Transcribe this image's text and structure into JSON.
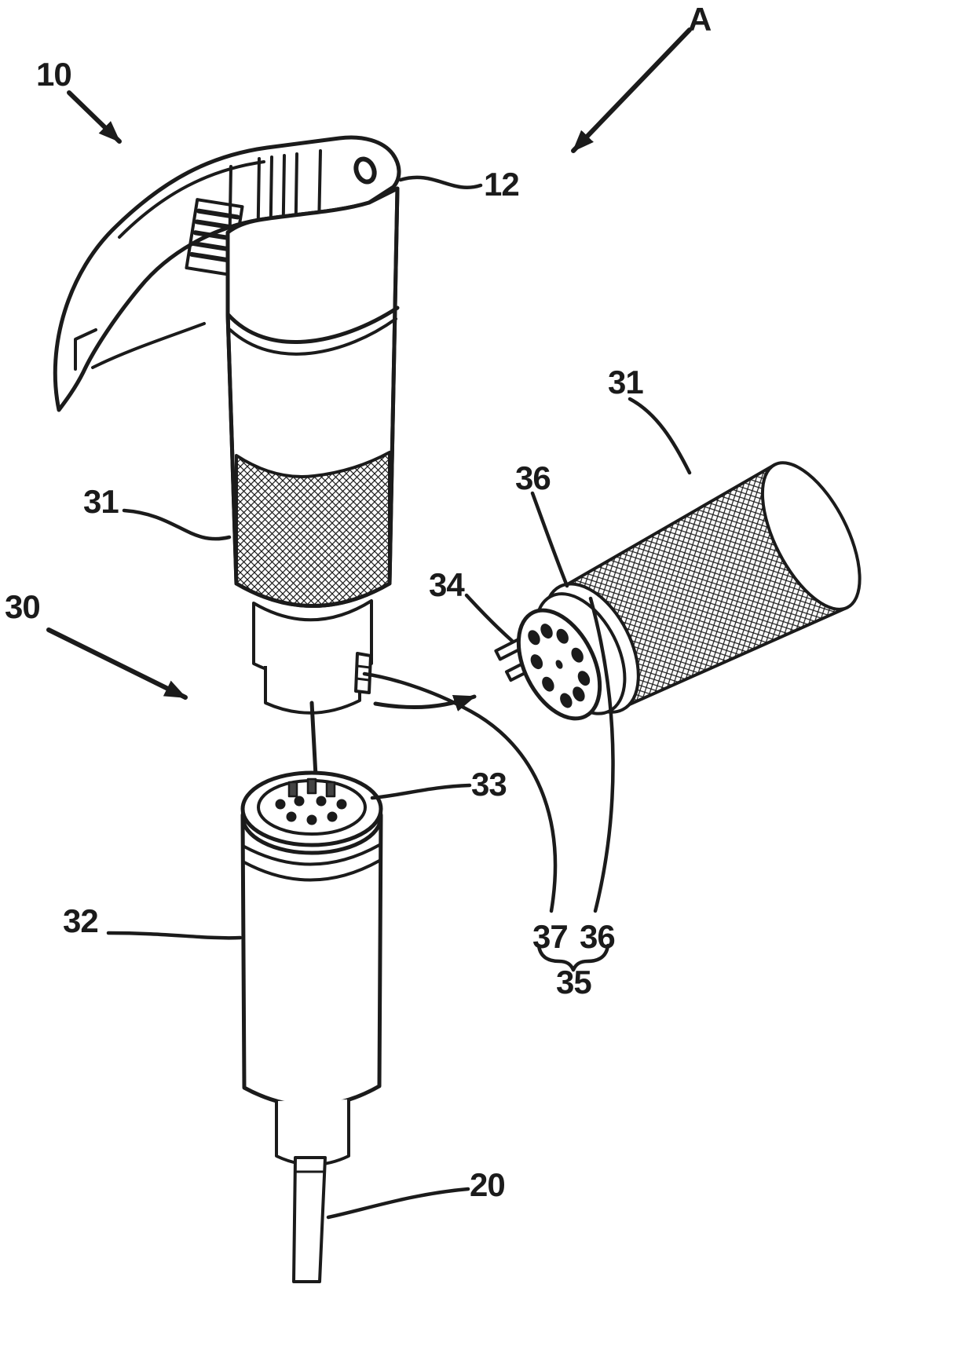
{
  "figure": {
    "type": "patent-line-drawing",
    "background_color": "#ffffff",
    "ink_color": "#1b1b1b",
    "labels": [
      {
        "id": "ref-10",
        "text": "10"
      },
      {
        "id": "ref-A",
        "text": "A"
      },
      {
        "id": "ref-12",
        "text": "12"
      },
      {
        "id": "ref-31-left",
        "text": "31"
      },
      {
        "id": "ref-31-right",
        "text": "31"
      },
      {
        "id": "ref-36-upper",
        "text": "36"
      },
      {
        "id": "ref-34",
        "text": "34"
      },
      {
        "id": "ref-30",
        "text": "30"
      },
      {
        "id": "ref-33",
        "text": "33"
      },
      {
        "id": "ref-32",
        "text": "32"
      },
      {
        "id": "ref-37",
        "text": "37"
      },
      {
        "id": "ref-36-lower",
        "text": "36"
      },
      {
        "id": "ref-35",
        "text": "35"
      },
      {
        "id": "ref-20",
        "text": "20"
      }
    ]
  }
}
